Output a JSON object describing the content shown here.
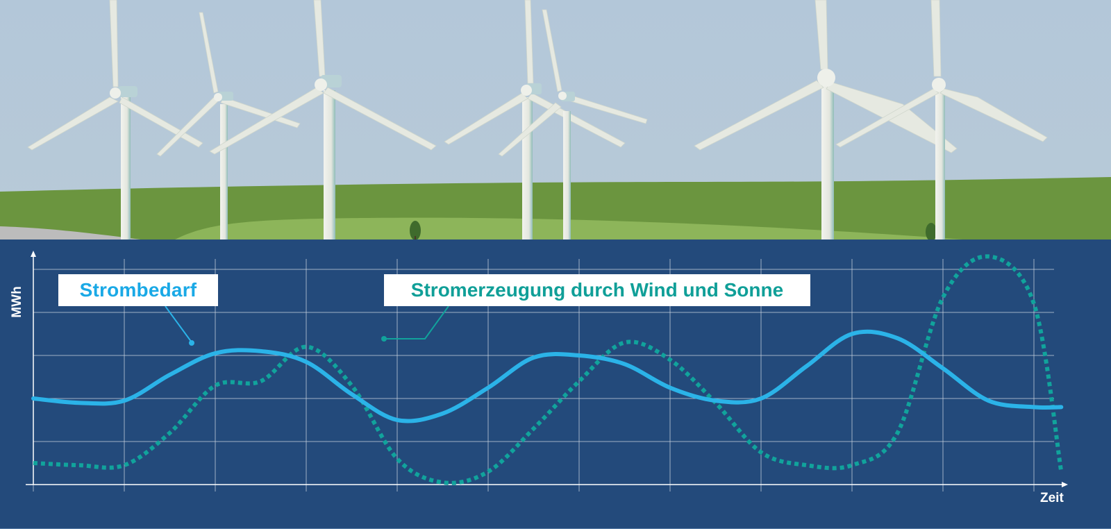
{
  "scene": {
    "sky_color": "#b5c8d8",
    "ground_dark_color": "#6b953f",
    "ground_light_color": "#8db55a",
    "road_color": "#b8b8b8",
    "turbine_color": "#e8ebe3",
    "turbine_count": 8
  },
  "panel": {
    "background": "#234a7b",
    "grid_color": "#c9d3e0"
  },
  "axes": {
    "y_label": "MWh",
    "x_label": "Zeit"
  },
  "legend": {
    "demand_label": "Strombedarf",
    "supply_label": "Stromerzeugung durch Wind und Sonne"
  },
  "chart_data": {
    "type": "line",
    "title": "",
    "xlabel": "Zeit",
    "ylabel": "MWh",
    "x_ticks": [
      "",
      "",
      "",
      "",
      "",
      "",
      "",
      "",
      "",
      "",
      "",
      ""
    ],
    "y_ticks": [
      "",
      "",
      "",
      "",
      "",
      ""
    ],
    "grid": true,
    "x_range": [
      0,
      11.3
    ],
    "y_range": [
      0,
      5.3
    ],
    "x": [
      0,
      0.5,
      1,
      1.5,
      2,
      2.5,
      3,
      3.5,
      4,
      4.5,
      5,
      5.5,
      6,
      6.5,
      7,
      7.5,
      8,
      8.5,
      9,
      9.5,
      10,
      10.5,
      11,
      11.3
    ],
    "series": [
      {
        "name": "Strombedarf",
        "style": "solid",
        "color": "#2bb3e8",
        "values": [
          2.0,
          1.9,
          1.95,
          2.55,
          3.05,
          3.1,
          2.85,
          2.1,
          1.5,
          1.65,
          2.25,
          2.95,
          3.0,
          2.8,
          2.25,
          1.95,
          2.0,
          2.75,
          3.5,
          3.4,
          2.7,
          1.95,
          1.8,
          1.8
        ]
      },
      {
        "name": "Stromerzeugung durch Wind und Sonne",
        "style": "dotted",
        "color": "#11a39c",
        "values": [
          0.5,
          0.45,
          0.45,
          1.2,
          2.3,
          2.4,
          3.2,
          2.3,
          0.6,
          0.05,
          0.3,
          1.3,
          2.4,
          3.3,
          2.9,
          1.9,
          0.75,
          0.45,
          0.45,
          1.2,
          4.35,
          5.3,
          4.2,
          0.3
        ]
      }
    ]
  }
}
